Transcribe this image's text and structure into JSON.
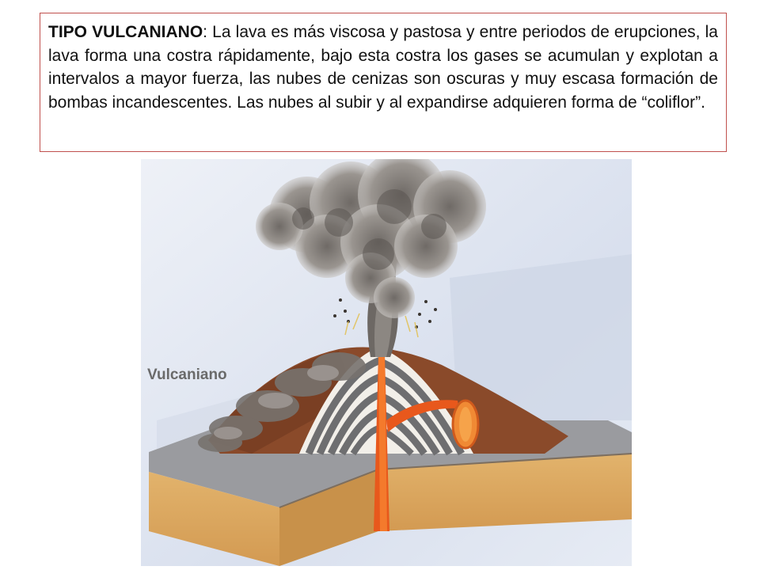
{
  "slide": {
    "title_bold": "TIPO VULCANIANO",
    "body_text": ": La lava es más viscosa y pastosa y entre periodos de erupciones, la lava forma una costra rápidamente, bajo esta costra los gases se acumulan y explotan a intervalos a mayor fuerza, las nubes de cenizas son oscuras y muy escasa formación de bombas incandescentes. Las nubes al subir y al expandirse adquieren forma de “coliflor”."
  },
  "figure": {
    "label": "Vulcaniano"
  },
  "colors": {
    "box_border": "#c0504d",
    "sky": "#dfe5f0",
    "ground": "#d8a860",
    "lava": "#e8581c",
    "ash": "#8a8580"
  }
}
